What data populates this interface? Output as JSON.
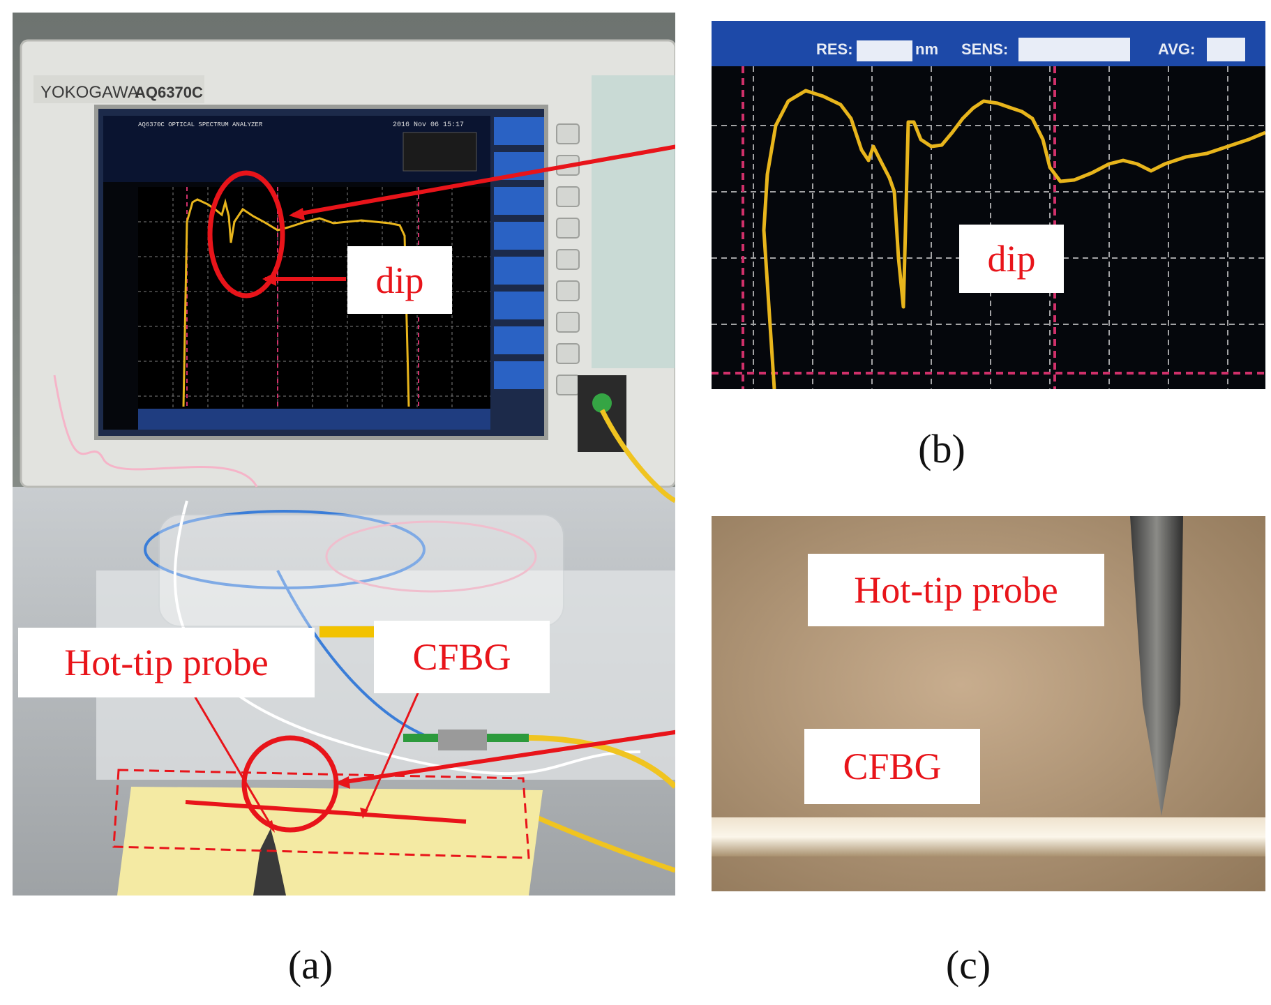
{
  "figure": {
    "captions": {
      "a": "(a)",
      "b": "(b)",
      "c": "(c)"
    },
    "callouts": {
      "a_dip": "dip",
      "a_probe": "Hot-tip probe",
      "a_cfbg": "CFBG",
      "b_dip": "dip",
      "c_probe": "Hot-tip probe",
      "c_cfbg": "CFBG"
    },
    "instrument": {
      "brand": "YOKOGAWA",
      "model": "AQ6370C",
      "subtitle": "AQ6370C OPTICAL SPECTRUM ANALYZER",
      "datetime": "2016 Nov 06 15:17"
    },
    "zoom_header": {
      "res_label": "RES:",
      "res_unit": "nm",
      "sens_label": "SENS:",
      "avg_label": "AVG:"
    },
    "colors": {
      "annotation": "#e8141a",
      "trace": "#e8b51c",
      "screen": "#05070c"
    }
  }
}
